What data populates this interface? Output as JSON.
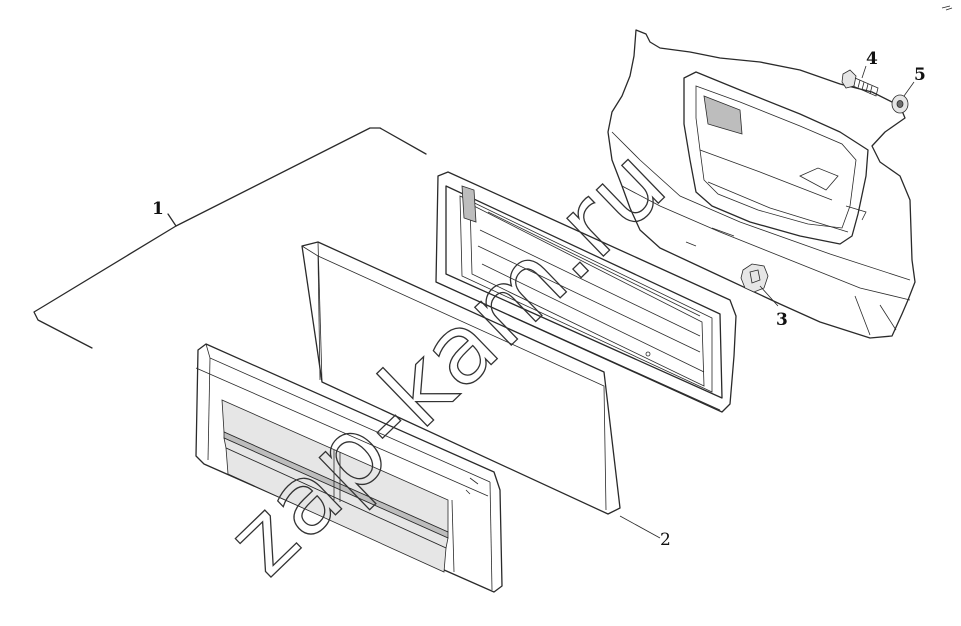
{
  "callouts": {
    "c1": "1",
    "c2": "2",
    "c3": "3",
    "c4": "4",
    "c5": "5"
  },
  "watermark": "zap-kam.ru",
  "colors": {
    "line": "#2a2a2a",
    "shade": "#bdbdbd",
    "background": "#ffffff"
  }
}
